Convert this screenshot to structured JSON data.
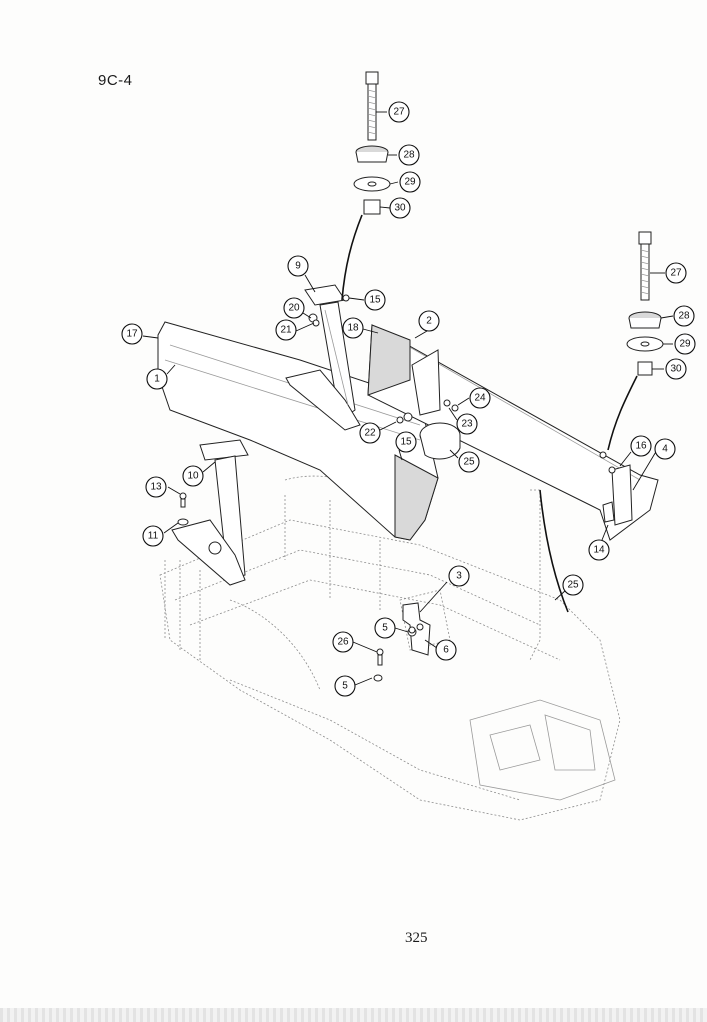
{
  "page": {
    "section_code": "9C-4",
    "page_number": "325"
  },
  "callouts": [
    {
      "label": "27"
    },
    {
      "label": "28"
    },
    {
      "label": "29"
    },
    {
      "label": "30"
    },
    {
      "label": "27"
    },
    {
      "label": "28"
    },
    {
      "label": "29"
    },
    {
      "label": "30"
    },
    {
      "label": "9"
    },
    {
      "label": "15"
    },
    {
      "label": "20"
    },
    {
      "label": "21"
    },
    {
      "label": "18"
    },
    {
      "label": "2"
    },
    {
      "label": "17"
    },
    {
      "label": "1"
    },
    {
      "label": "24"
    },
    {
      "label": "23"
    },
    {
      "label": "22"
    },
    {
      "label": "15"
    },
    {
      "label": "25"
    },
    {
      "label": "16"
    },
    {
      "label": "4"
    },
    {
      "label": "10"
    },
    {
      "label": "13"
    },
    {
      "label": "11"
    },
    {
      "label": "14"
    },
    {
      "label": "25"
    },
    {
      "label": "3"
    },
    {
      "label": "5"
    },
    {
      "label": "26"
    },
    {
      "label": "6"
    },
    {
      "label": "5"
    }
  ]
}
